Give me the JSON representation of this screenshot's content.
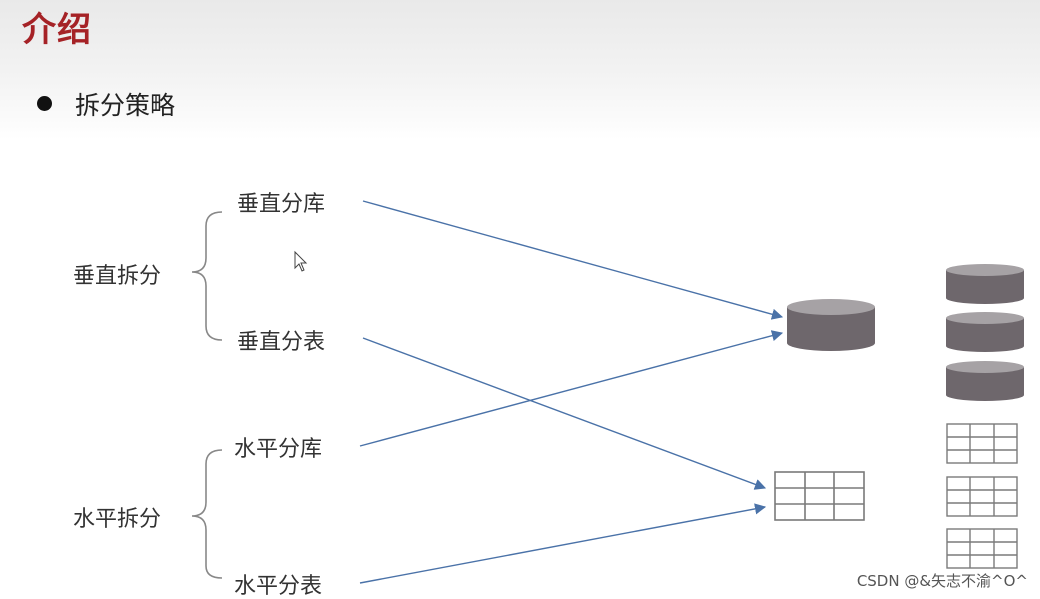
{
  "slide": {
    "title": "介绍",
    "bullet": "拆分策略"
  },
  "diagram": {
    "groups": [
      {
        "label": "垂直拆分",
        "items": [
          "垂直分库",
          "垂直分表"
        ]
      },
      {
        "label": "水平拆分",
        "items": [
          "水平分库",
          "水平分表"
        ]
      }
    ],
    "connections": [
      {
        "from": "垂直分库",
        "to": "database"
      },
      {
        "from": "垂直分表",
        "to": "table"
      },
      {
        "from": "水平分库",
        "to": "database"
      },
      {
        "from": "水平分表",
        "to": "table"
      }
    ],
    "colors": {
      "arrow": "#4a72a8",
      "database_body": "#6e676c",
      "database_top": "#a6a2a5",
      "table_line": "#7a7a7a",
      "title": "#a52226"
    }
  },
  "watermark": "CSDN @&矢志不渝^O^"
}
